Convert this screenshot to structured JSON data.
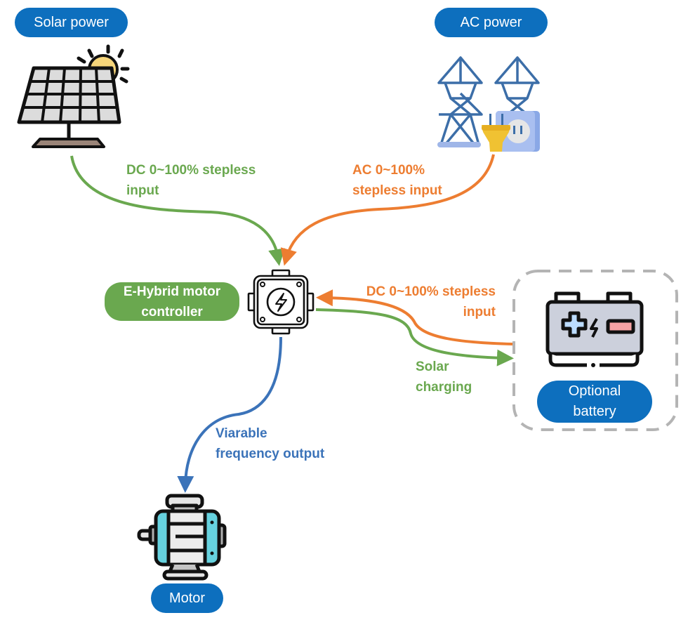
{
  "nodes": {
    "solar": {
      "label": "Solar power",
      "icon": "solar-panel-icon"
    },
    "ac": {
      "label": "AC power",
      "icon": "power-tower-plug-icon"
    },
    "controller": {
      "label_line1": "E-Hybrid motor",
      "label_line2": "controller",
      "icon": "junction-box-lightning-icon"
    },
    "battery": {
      "label_line1": "Optional",
      "label_line2": "battery",
      "icon": "battery-icon",
      "optional": true
    },
    "motor": {
      "label": "Motor",
      "icon": "electric-motor-icon"
    }
  },
  "edges": {
    "solar_to_controller": {
      "line1": "DC 0~100% stepless",
      "line2": "input",
      "color": "#6aa84f"
    },
    "ac_to_controller": {
      "line1": "AC 0~100%",
      "line2": "stepless input",
      "color": "#ed7d31"
    },
    "battery_to_controller": {
      "line1": "DC 0~100% stepless",
      "line2": "input",
      "color": "#ed7d31"
    },
    "controller_to_battery": {
      "line1": "Solar",
      "line2": "charging",
      "color": "#6aa84f"
    },
    "controller_to_motor": {
      "line1": "Viarable",
      "line2": "frequency output",
      "color": "#3b73b9"
    }
  },
  "colors": {
    "pill_blue": "#0d6fbe",
    "pill_green": "#6aa84f",
    "green": "#6aa84f",
    "orange": "#ed7d31",
    "blue": "#3b73b9"
  }
}
